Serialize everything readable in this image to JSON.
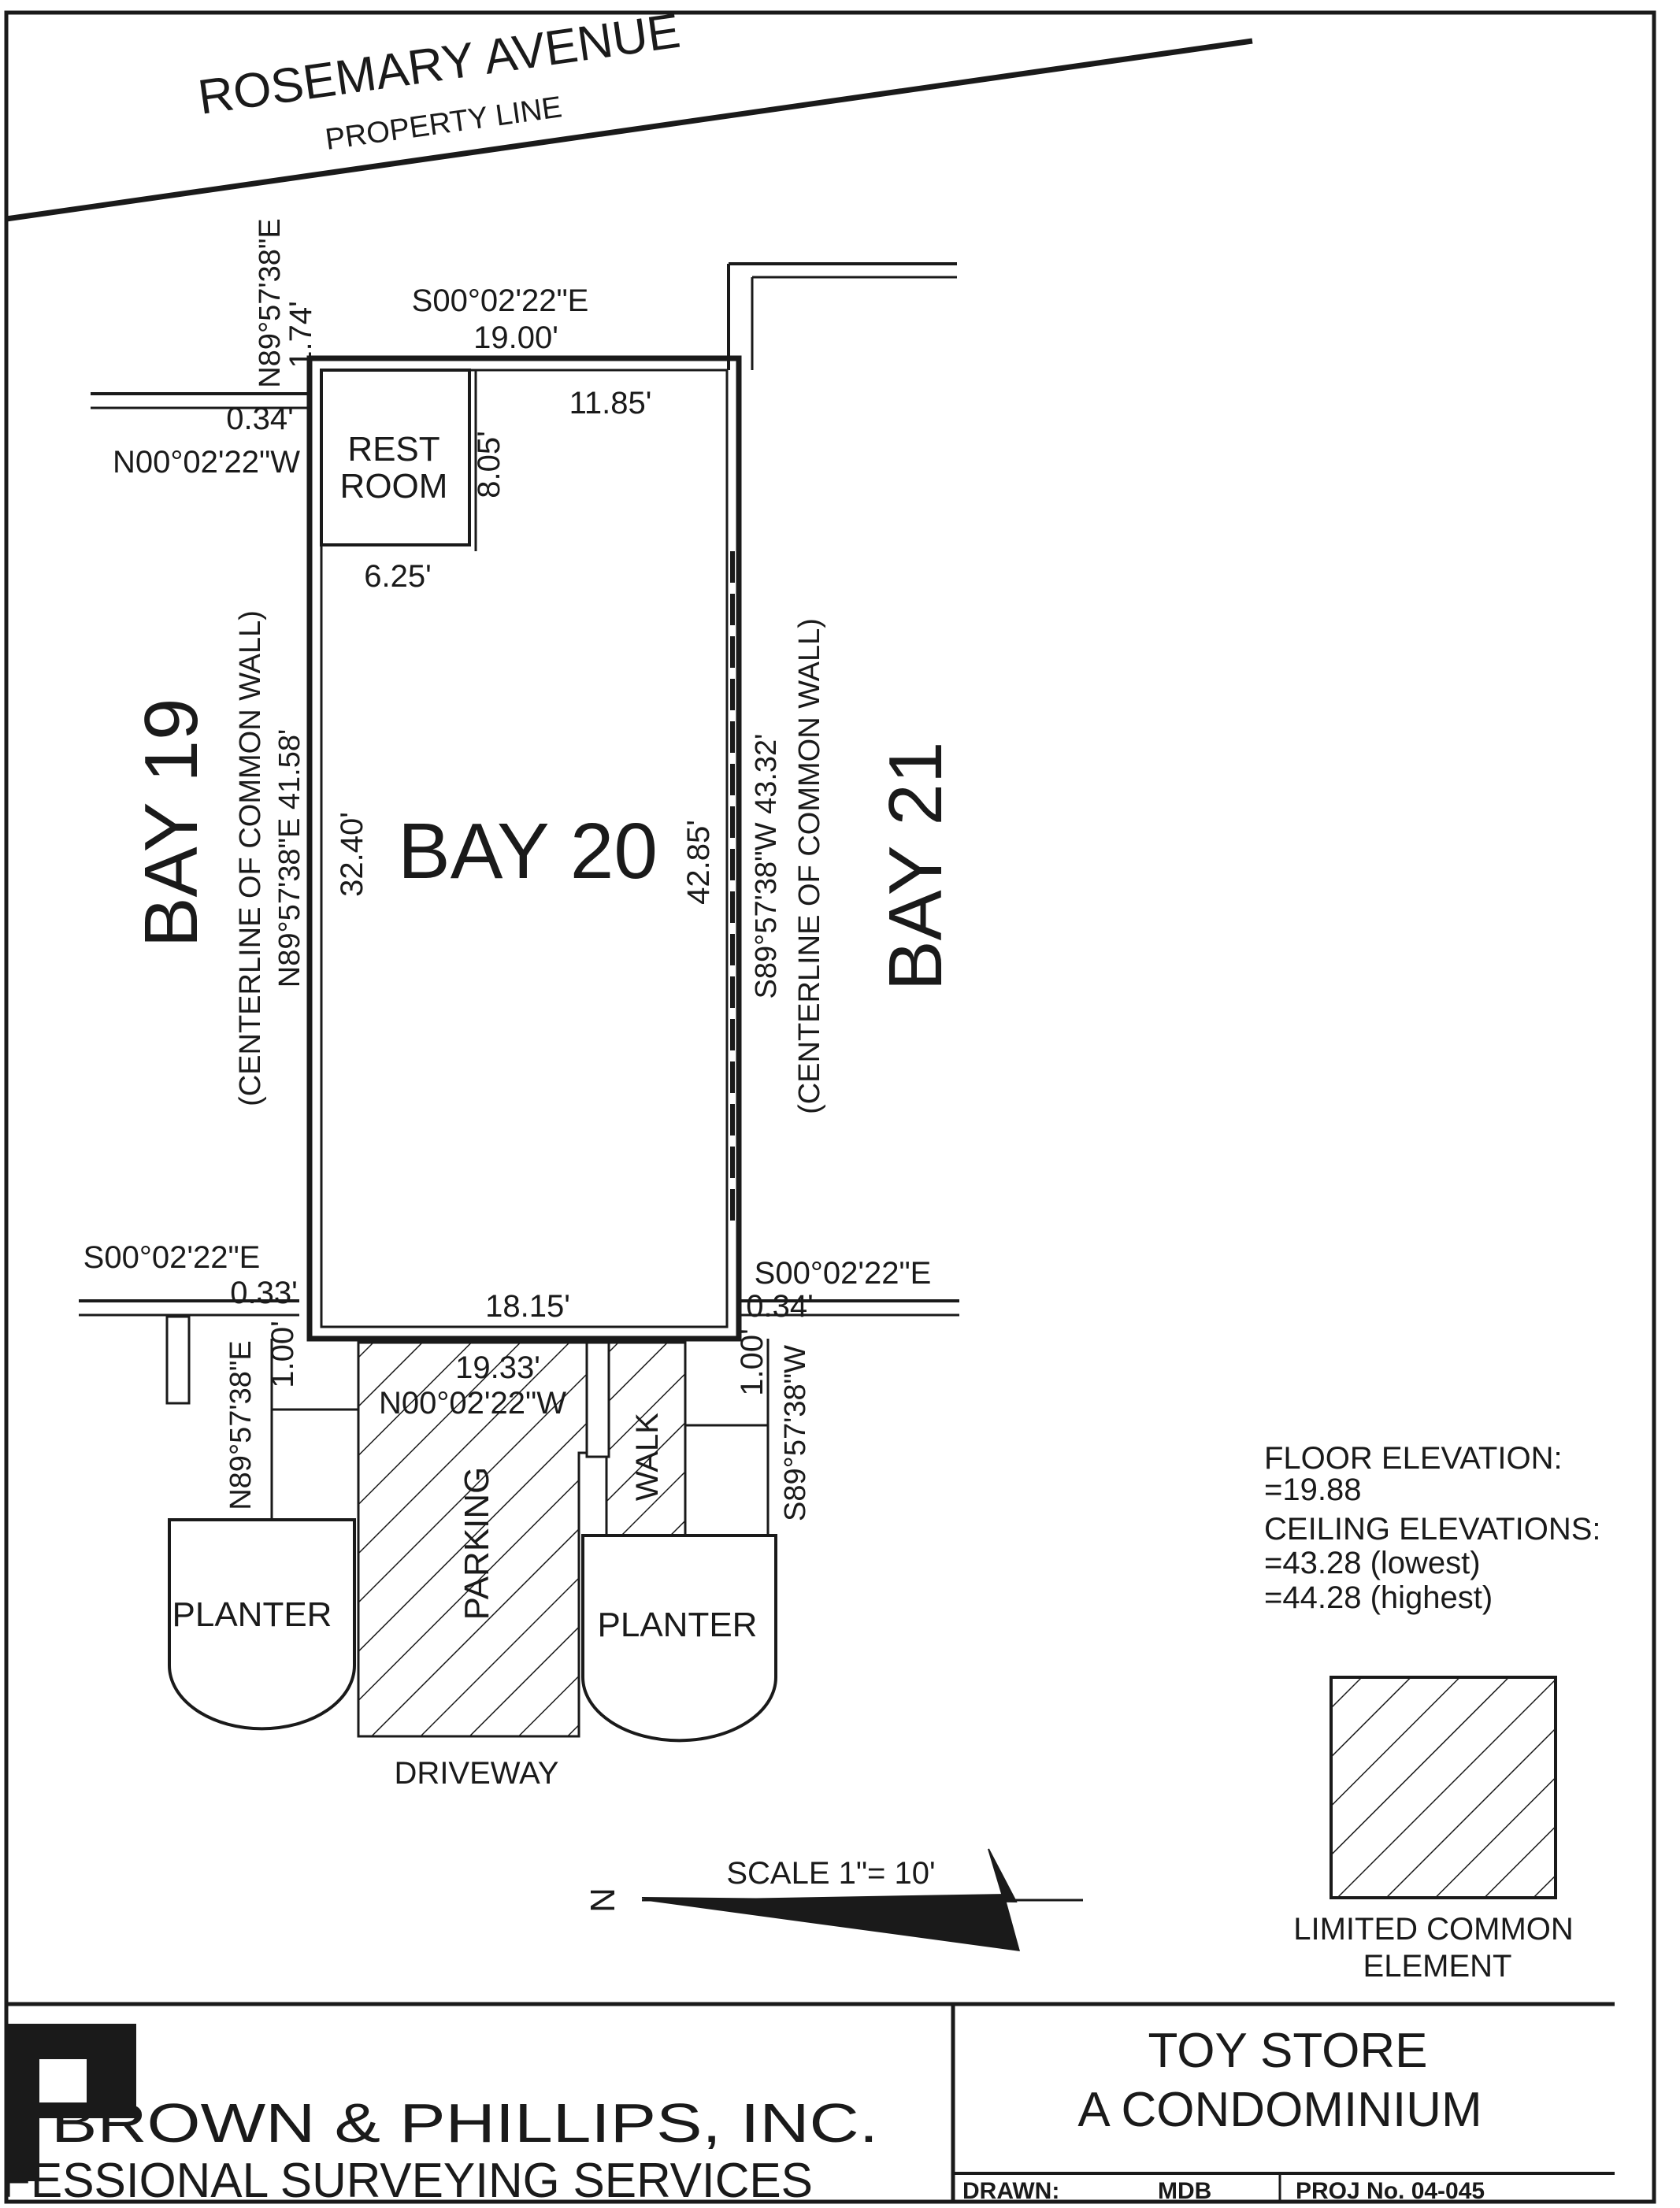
{
  "street": {
    "name": "ROSEMARY AVENUE",
    "line_label": "PROPERTY LINE"
  },
  "unit": {
    "name": "BAY 20"
  },
  "neighbors": {
    "left": {
      "name": "BAY 19",
      "note": "(CENTERLINE OF COMMON WALL)",
      "bearing": "N89°57'38\"E 41.58'"
    },
    "right": {
      "name": "BAY 21",
      "note": "(CENTERLINE OF COMMON WALL)",
      "bearing": "S89°57'38\"W 43.32'"
    }
  },
  "restroom": {
    "line1": "REST",
    "line2": "ROOM",
    "depth": "8.05'",
    "width": "6.25'"
  },
  "dimensions": {
    "top_bearing": "S00°02'22\"E",
    "top_length": "19.00'",
    "top_inner": "11.85'",
    "top_left_bearing": "N89°57'38\"E",
    "top_left_length": "1.74'",
    "top_left_offset": "0.34'",
    "top_left_offset_bearing": "N00°02'22\"W",
    "left_inner": "32.40'",
    "right_inner": "42.85'",
    "bottom_inner": "18.15'",
    "bottom_left_bearing": "S00°02'22\"E",
    "bottom_left_offset": "0.33'",
    "bottom_right_bearing": "S00°02'22\"E",
    "bottom_right_offset": "0.34'",
    "lce_left_bearing": "N89°57'38\"E",
    "lce_left_length": "1.00'",
    "lce_right_bearing": "S89°57'38\"W",
    "lce_right_length": "1.00'",
    "lce_front_length": "19.33'",
    "lce_front_bearing": "N00°02'22\"W"
  },
  "site": {
    "planter_left": "PLANTER",
    "planter_right": "PLANTER",
    "parking": "PARKING",
    "walk": "WALK",
    "driveway": "DRIVEWAY"
  },
  "elevations": {
    "floor_label": "FLOOR ELEVATION:",
    "floor_value": "=19.88",
    "ceiling_label": "CEILING ELEVATIONS:",
    "ceiling_lowest": "=43.28 (lowest)",
    "ceiling_highest": "=44.28 (highest)"
  },
  "scale": {
    "label": "SCALE 1\"= 10'",
    "north": "N"
  },
  "legend": {
    "line1": "LIMITED COMMON",
    "line2": "ELEMENT"
  },
  "title_block": {
    "company": "BROWN & PHILLIPS, INC.",
    "tagline": "FESSIONAL SURVEYING SERVICES",
    "project_line1": "TOY STORE",
    "project_line2": "A CONDOMINIUM",
    "drawn_label": "DRAWN:",
    "drawn_by": "MDB",
    "proj_no": "PROJ No. 04-045"
  }
}
